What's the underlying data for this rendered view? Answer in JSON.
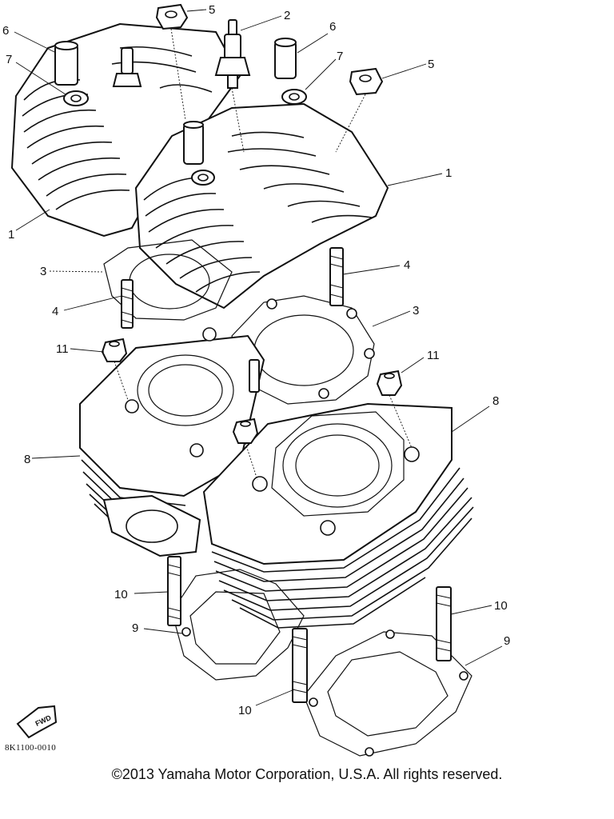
{
  "diagram": {
    "code": "8K1100-0010",
    "fwd_badge": "FWD",
    "callouts": [
      {
        "id": "c5a",
        "text": "5"
      },
      {
        "id": "c2",
        "text": "2"
      },
      {
        "id": "c6a",
        "text": "6"
      },
      {
        "id": "c6b",
        "text": "6"
      },
      {
        "id": "c7a",
        "text": "7"
      },
      {
        "id": "c7b",
        "text": "7"
      },
      {
        "id": "c5b",
        "text": "5"
      },
      {
        "id": "c1a",
        "text": "1"
      },
      {
        "id": "c1b",
        "text": "1"
      },
      {
        "id": "c3a",
        "text": "3"
      },
      {
        "id": "c4a",
        "text": "4"
      },
      {
        "id": "c4b",
        "text": "4"
      },
      {
        "id": "c3b",
        "text": "3"
      },
      {
        "id": "c11a",
        "text": "11"
      },
      {
        "id": "c11b",
        "text": "11"
      },
      {
        "id": "c8a",
        "text": "8"
      },
      {
        "id": "c8b",
        "text": "8"
      },
      {
        "id": "c10a",
        "text": "10"
      },
      {
        "id": "c10b",
        "text": "10"
      },
      {
        "id": "c9a",
        "text": "9"
      },
      {
        "id": "c9b",
        "text": "9"
      },
      {
        "id": "c10c",
        "text": "10"
      }
    ]
  },
  "footer": {
    "copyright": "©2013 Yamaha Motor Corporation, U.S.A. All rights reserved."
  }
}
